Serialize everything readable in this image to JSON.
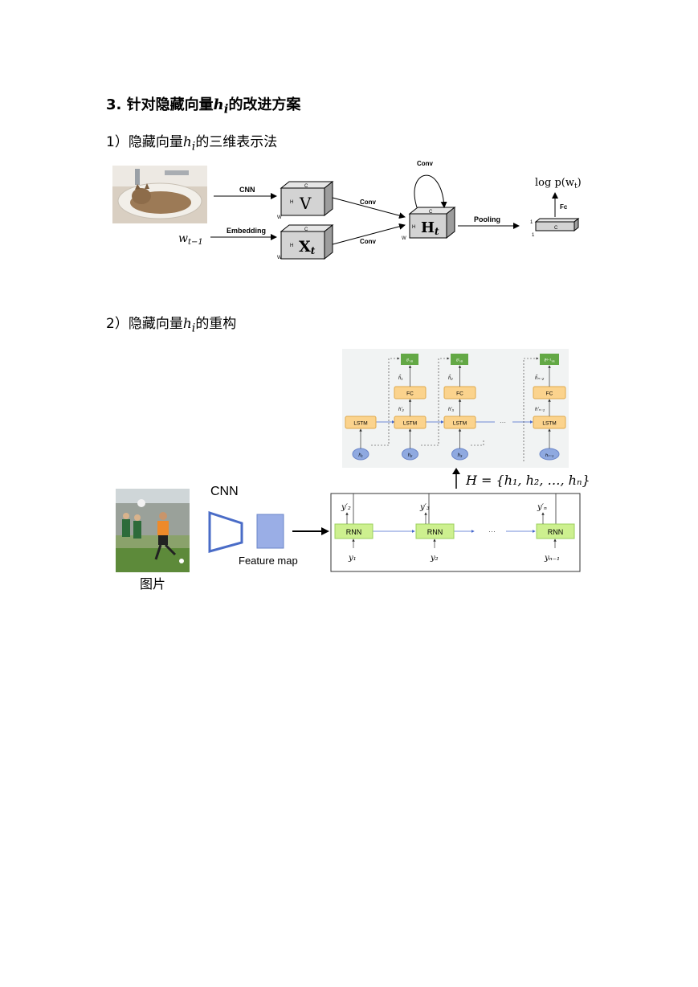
{
  "headings": {
    "section3": {
      "prefix": "3.  针对隐藏向量",
      "var": "h",
      "sub": "i",
      "suffix": "的改进方案"
    },
    "part1": {
      "prefix": "1）隐藏向量",
      "var": "h",
      "sub": "i",
      "suffix": "的三维表示法"
    },
    "part2": {
      "prefix": "2）隐藏向量",
      "var": "h",
      "sub": "i",
      "suffix": "的重构"
    }
  },
  "fig1": {
    "cnn": "CNN",
    "embedding": "Embedding",
    "w_input": "w",
    "w_input_sub": "t−1",
    "box_v": "V",
    "box_x": "X",
    "box_x_sub": "t",
    "box_h": "H",
    "box_h_sub": "t",
    "dim_c": "C",
    "dim_h": "H",
    "dim_w": "W",
    "conv": "Conv",
    "pooling": "Pooling",
    "fc": "Fc",
    "one": "1",
    "logp": "log p(w",
    "logp_sub": "t",
    "logp_close": ")"
  },
  "fig2": {
    "lstm": "LSTM",
    "fc": "FC",
    "ellipsis": "···",
    "loss_labels": [
      "ℓ¹ₛₐ",
      "ℓ²ₛₐ",
      "ℓᴺ⁻¹ₛₐ"
    ],
    "h_nodes": [
      "h₁",
      "h₂",
      "h₃",
      "hₙ₋₁"
    ],
    "hhat": [
      "ĥ₁",
      "ĥ₂",
      "ĥₙ₋₂"
    ],
    "hprime": [
      "h′₂",
      "h′₃",
      "h′ₙ₋₁"
    ],
    "set_label": "H = {h₁, h₂, …, hₙ}",
    "cnn": "CNN",
    "feature_map": "Feature map",
    "caption": "图片",
    "rnn": "RNN",
    "y_out": [
      "y′₂",
      "y′₃",
      "y′ₙ"
    ],
    "y_in": [
      "y₁",
      "y₂",
      "yₙ₋₁"
    ],
    "rnn_ellipsis": "···"
  }
}
